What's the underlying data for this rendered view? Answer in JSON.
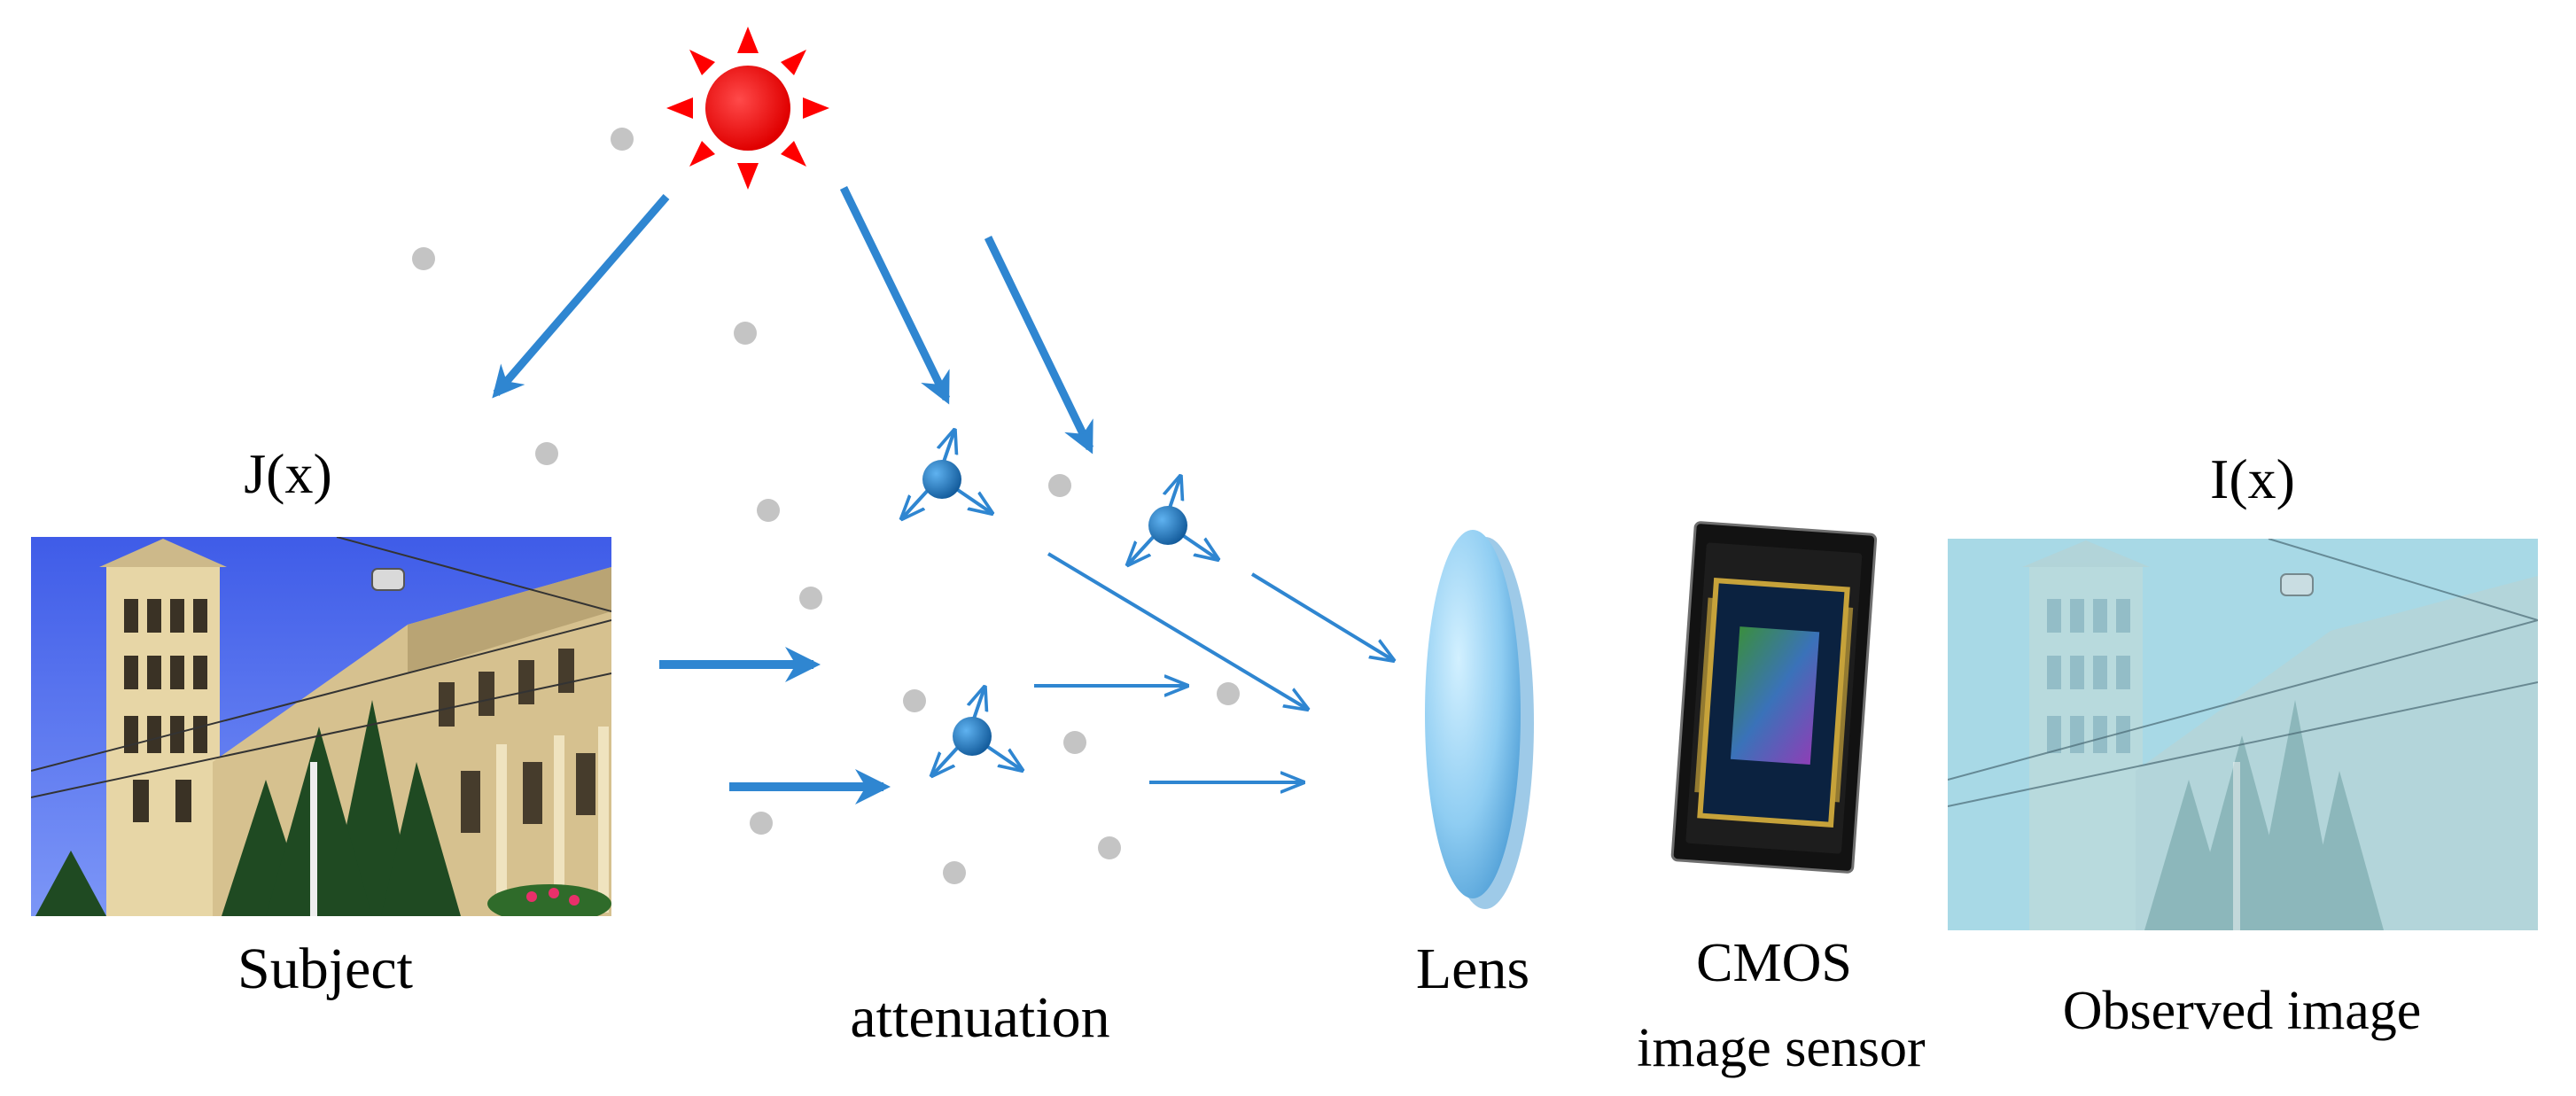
{
  "labels": {
    "subject_symbol": "J(x)",
    "subject": "Subject",
    "attenuation": "attenuation",
    "lens": "Lens",
    "sensor_line1": "CMOS",
    "sensor_line2": "image sensor",
    "observed_symbol": "I(x)",
    "observed": "Observed image"
  },
  "colors": {
    "sun": "#ff0000",
    "arrow": "#2f86d1",
    "particle": "#1a6fb8",
    "dot": "#c4c4c4",
    "lens": "#8fcdf2",
    "haze": "#a8d9e6"
  },
  "icons": {
    "sun": "sun-icon",
    "particle": "scattering-particle-icon",
    "lens": "lens-icon",
    "sensor": "cmos-sensor-icon"
  }
}
